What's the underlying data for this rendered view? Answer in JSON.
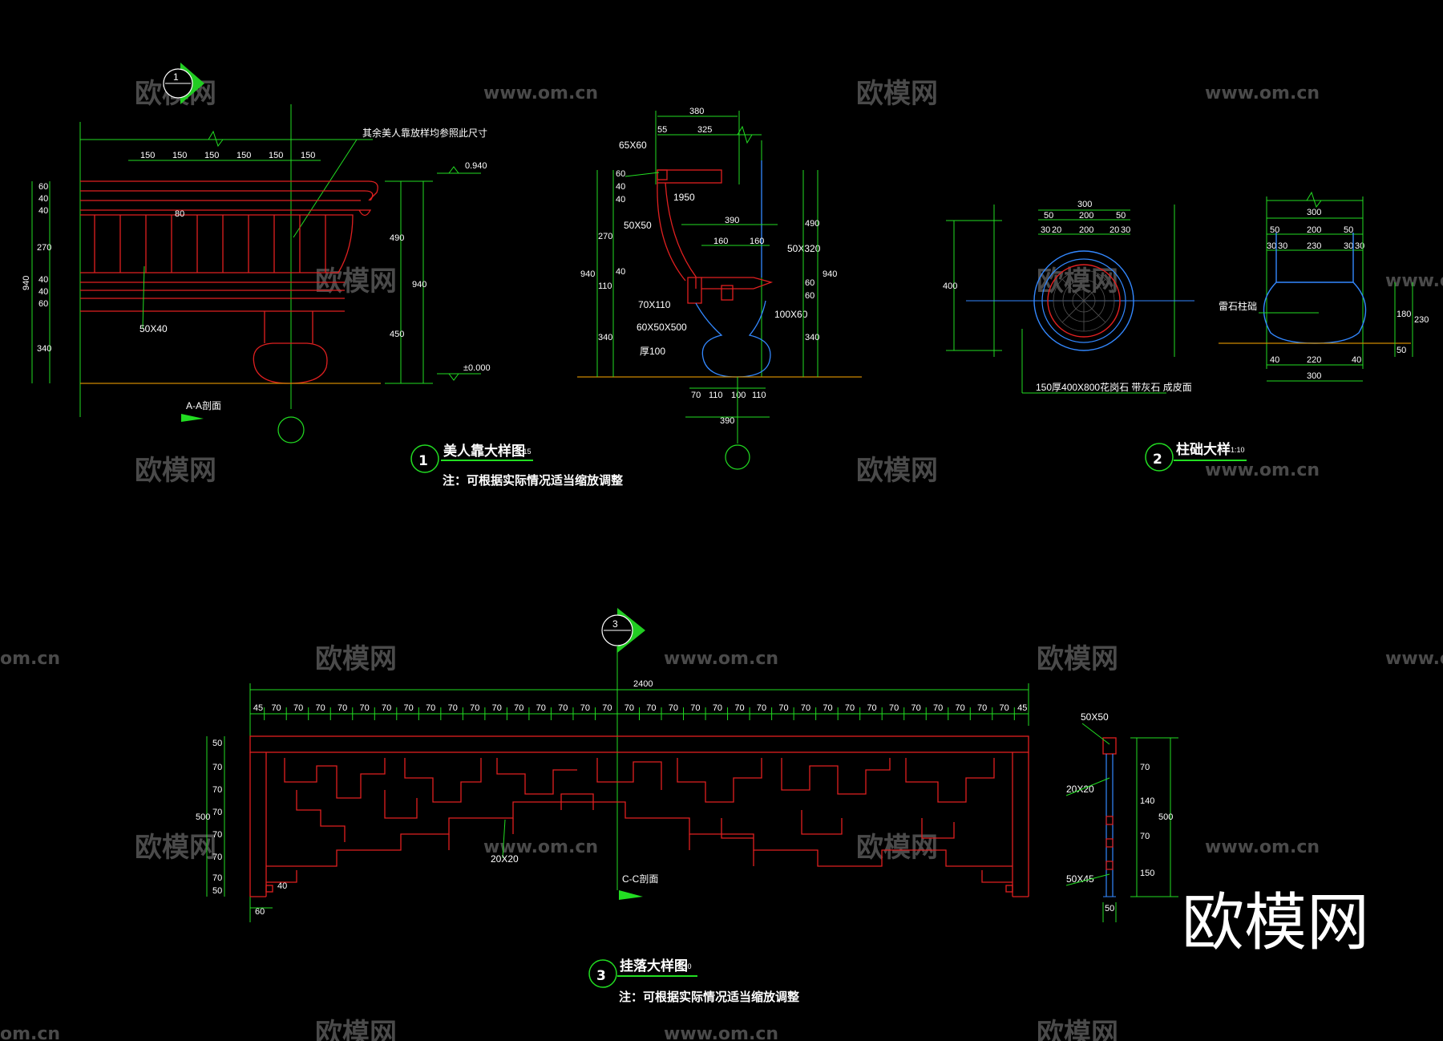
{
  "watermarks": {
    "brand": "欧模网",
    "url": "www.om.cn",
    "url_partial": "om.cn",
    "big_logo": "欧模网"
  },
  "detail1": {
    "marker": "1",
    "title": "美人靠大样图",
    "scale": "1:15",
    "note": "注：可根据实际情况适当缩放调整",
    "top_note": "其余美人靠放样均参照此尺寸",
    "section_label": "A-A剖面",
    "elev_top": "0.940",
    "elev_base": "±0.000",
    "member_label": "50X40",
    "dims_top": [
      "150",
      "150",
      "150",
      "150",
      "150",
      "150"
    ],
    "dim_80": "80",
    "left_total": "940",
    "left_dims": [
      "60",
      "40",
      "40",
      "270",
      "40",
      "40",
      "60",
      "340"
    ],
    "right_dims": [
      "490",
      "450",
      "940"
    ]
  },
  "section": {
    "dims_top": [
      "380",
      "55",
      "325"
    ],
    "labels": [
      "65X60",
      "1950",
      "50X50",
      "70X110",
      "60X50X500",
      "厚100",
      "50X320",
      "100X60"
    ],
    "dim_390": "390",
    "dim_160": [
      "160",
      "160"
    ],
    "left_total": "940",
    "left_dims": [
      "60",
      "40",
      "40",
      "270",
      "40",
      "110",
      "340"
    ],
    "right_dims": [
      "490",
      "60",
      "60",
      "340",
      "940"
    ],
    "bottom_dims": [
      "70",
      "110",
      "100",
      "110"
    ],
    "bottom_total": "390"
  },
  "detail2": {
    "marker": "2",
    "title": "柱础大样",
    "scale": "1:10",
    "plan_dims": [
      "300",
      "50",
      "200",
      "50",
      "30",
      "20",
      "200",
      "20",
      "30"
    ],
    "plan_height": "400",
    "plan_note": "150厚400X800花岗石 带灰石 成皮面",
    "elev_dims": [
      "300",
      "50",
      "200",
      "50",
      "30",
      "30",
      "230",
      "30",
      "30"
    ],
    "elev_label": "雷石柱础",
    "elev_right": [
      "180",
      "230",
      "50"
    ],
    "elev_bottom": [
      "40",
      "220",
      "40"
    ],
    "elev_bottom_total": "300"
  },
  "detail3": {
    "marker": "3",
    "title": "挂落大样图",
    "scale": "1:10",
    "note": "注：可根据实际情况适当缩放调整",
    "total": "2400",
    "bay_dims": [
      "45",
      "70",
      "70",
      "70",
      "70",
      "70",
      "70",
      "70",
      "70",
      "70",
      "70",
      "70",
      "70",
      "70",
      "70",
      "70",
      "70",
      "70",
      "70",
      "70",
      "70",
      "70",
      "70",
      "70",
      "70",
      "70",
      "70",
      "70",
      "70",
      "70",
      "70",
      "70",
      "70",
      "70",
      "70",
      "45"
    ],
    "left_total": "500",
    "left_dims": [
      "50",
      "70",
      "70",
      "70",
      "70",
      "70",
      "70",
      "50"
    ],
    "member_label": "20X20",
    "section_label": "C-C剖面",
    "foot_dim": "60",
    "foot_dim2": "40"
  },
  "detail3_section": {
    "labels": [
      "50X50",
      "20X20",
      "50X45"
    ],
    "right_dims": [
      "70",
      "140",
      "70",
      "150"
    ],
    "right_total": "500",
    "bottom": "50"
  }
}
